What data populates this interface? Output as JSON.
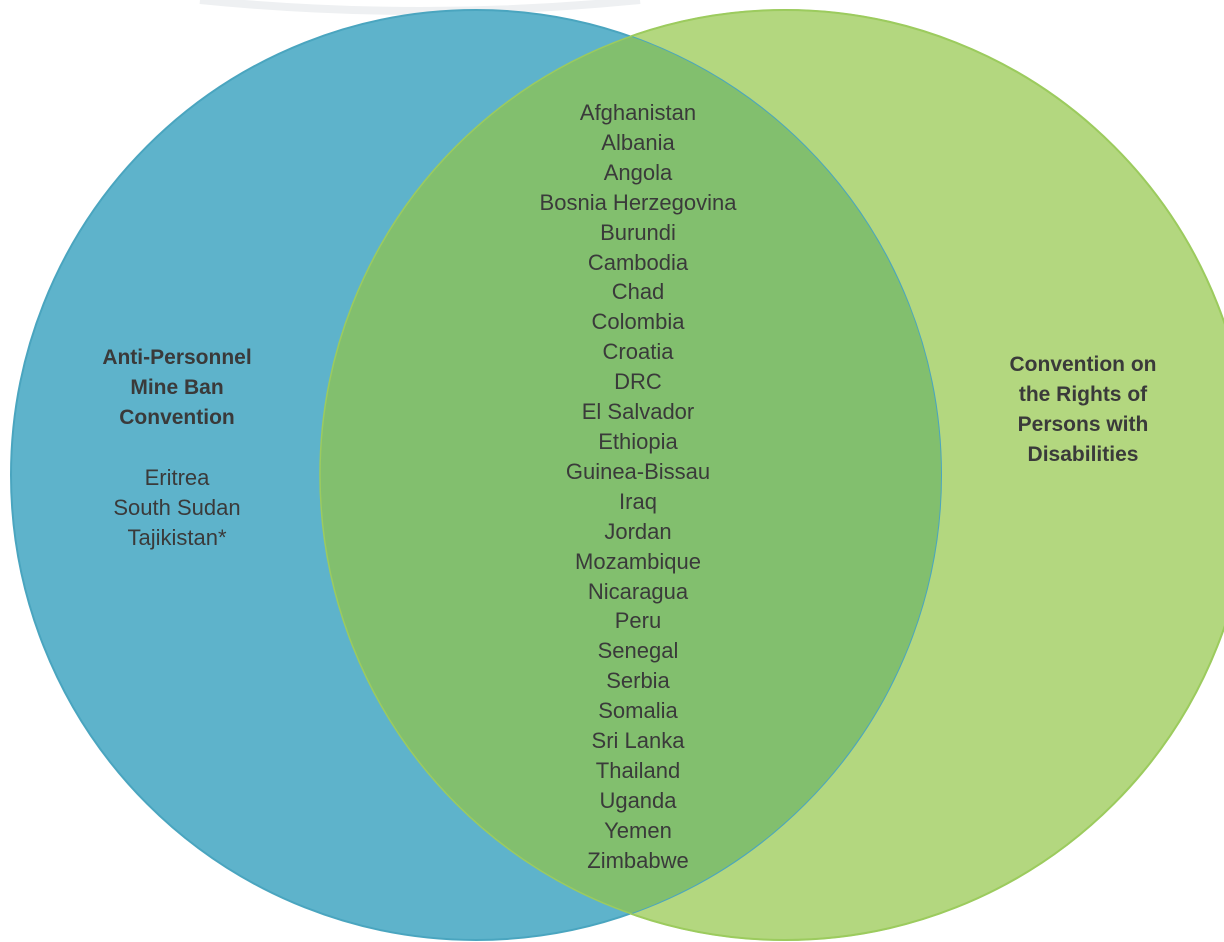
{
  "venn": {
    "colors": {
      "left_fill": "#5eb3cb",
      "left_stroke": "#4aa5bf",
      "right_fill": "#b3d77f",
      "right_stroke": "#9ccb5e",
      "overlap_fill": "#82bf6e",
      "text": "#3a3a3a"
    },
    "left_set": {
      "title": "Anti-Personnel\nMine Ban\nConvention",
      "only_items": [
        "Eritrea",
        "South Sudan",
        "Tajikistan*"
      ]
    },
    "right_set": {
      "title": "Convention on\nthe Rights of\nPersons with\nDisabilities",
      "only_items": []
    },
    "intersection_items": [
      "Afghanistan",
      "Albania",
      "Angola",
      "Bosnia Herzegovina",
      "Burundi",
      "Cambodia",
      "Chad",
      "Colombia",
      "Croatia",
      "DRC",
      "El Salvador",
      "Ethiopia",
      "Guinea-Bissau",
      "Iraq",
      "Jordan",
      "Mozambique",
      "Nicaragua",
      "Peru",
      "Senegal",
      "Serbia",
      "Somalia",
      "Sri Lanka",
      "Thailand",
      "Uganda",
      "Yemen",
      "Zimbabwe"
    ]
  }
}
